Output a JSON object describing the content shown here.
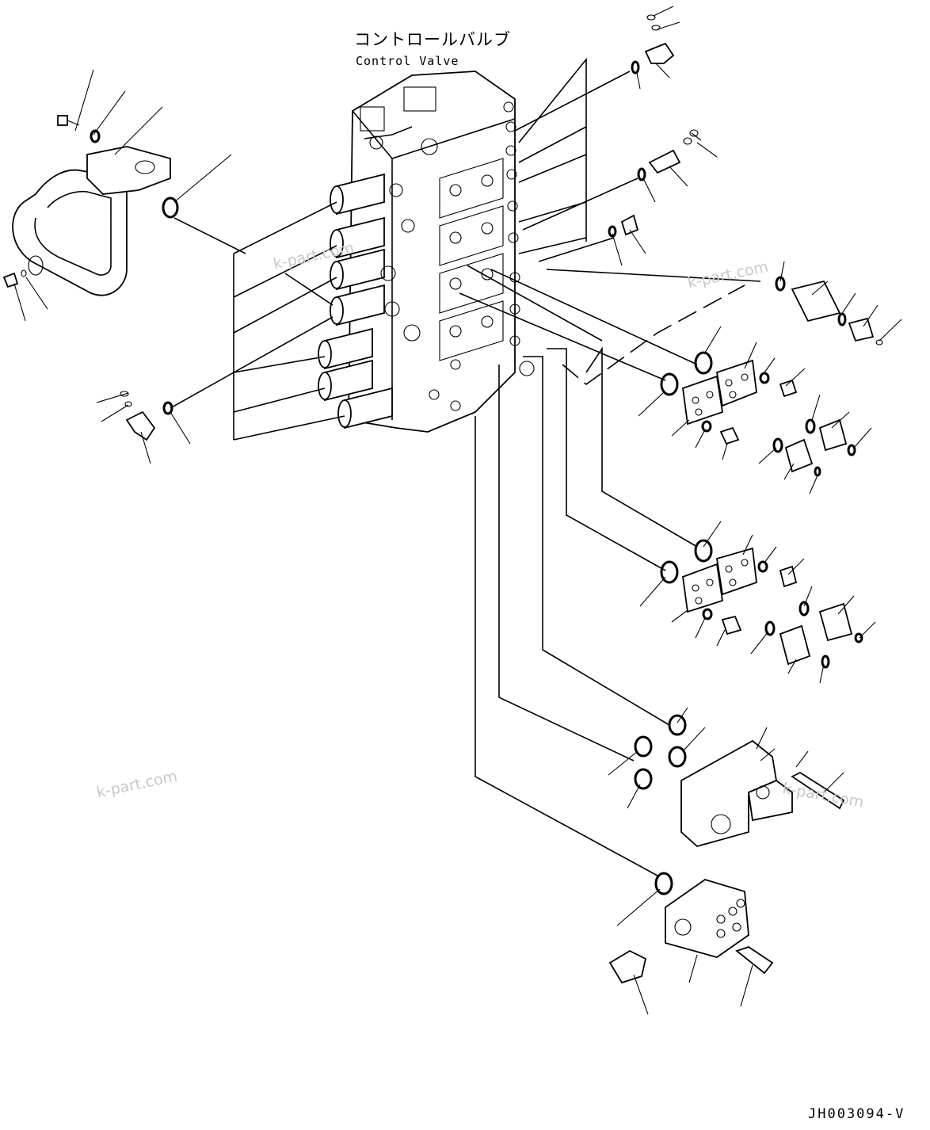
{
  "title": {
    "japanese": "コントロールバルブ",
    "english": "Control Valve"
  },
  "drawing_code": "JH003094-V",
  "watermark": "k-part.com"
}
